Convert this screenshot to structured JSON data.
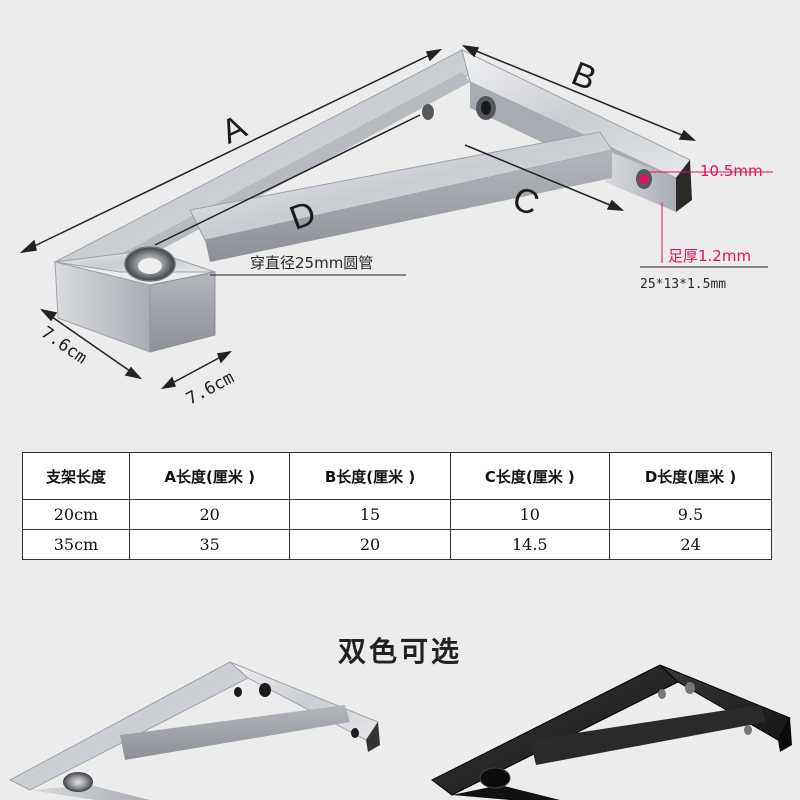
{
  "diagram": {
    "label_a": "A",
    "label_b": "B",
    "label_c": "C",
    "label_d": "D",
    "hole_diameter": "10.5mm",
    "tube_note": "穿直径25mm圆管",
    "foot_thickness": "足厚1.2mm",
    "tube_spec": "25*13*1.5mm",
    "width_left": "7.6cm",
    "width_right": "7.6cm"
  },
  "table": {
    "headers": [
      "支架长度",
      "A长度(厘米 )",
      "B长度(厘米 )",
      "C长度(厘米 )",
      "D长度(厘米 )"
    ],
    "rows": [
      [
        "20cm",
        "20",
        "15",
        "10",
        "9.5"
      ],
      [
        "35cm",
        "35",
        "20",
        "14.5",
        "24"
      ]
    ]
  },
  "color_section": {
    "title": "双色可选",
    "options": [
      "silver",
      "black"
    ]
  },
  "colors": {
    "background": "#ececec",
    "accent_red": "#e0115f",
    "silver": "#c9ccd0",
    "black": "#1e1e1e"
  }
}
